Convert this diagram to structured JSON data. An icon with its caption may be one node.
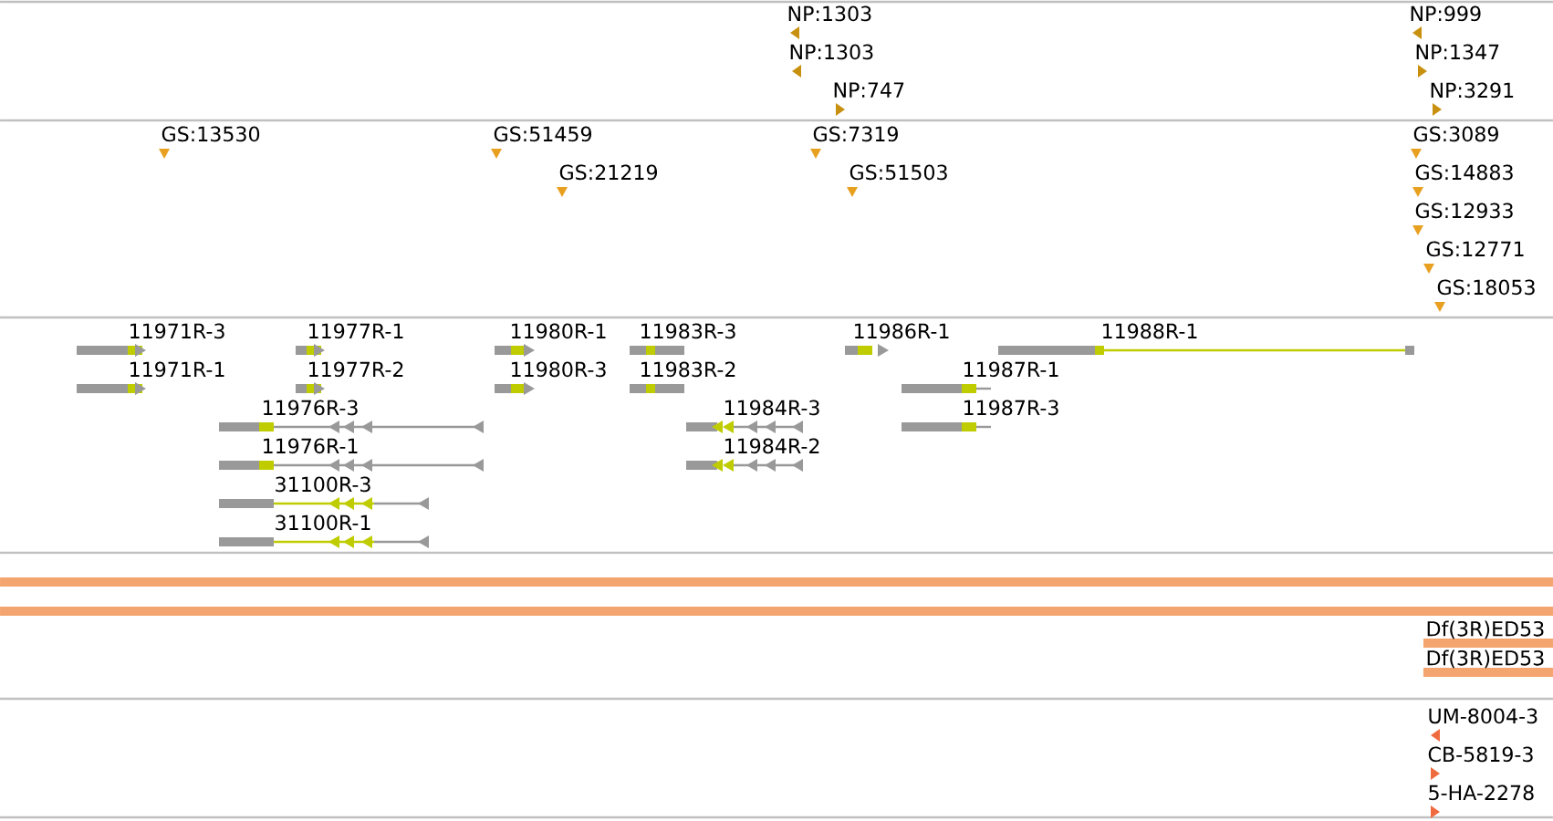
{
  "diagram": {
    "labels": [
      "NP:1303",
      "NP:1303",
      "NP:747",
      "NP:999",
      "NP:1347",
      "NP:3291",
      "GS:13530",
      "GS:51459",
      "GS:21219",
      "GS:7319",
      "GS:51503",
      "GS:3089",
      "GS:14883",
      "GS:12933",
      "GS:12771",
      "GS:18053",
      "11971R-3",
      "11977R-1",
      "11980R-1",
      "11983R-3",
      "11986R-1",
      "11988R-1",
      "11971R-1",
      "11977R-2",
      "11980R-3",
      "11983R-2",
      "11987R-1",
      "11976R-3",
      "11984R-3",
      "11987R-3",
      "11976R-1",
      "11984R-2",
      "31100R-3",
      "31100R-1",
      "Df(3R)ED53",
      "Df(3R)ED53",
      "UM-8004-3",
      "CB-5819-3",
      "5-HA-2278"
    ]
  }
}
